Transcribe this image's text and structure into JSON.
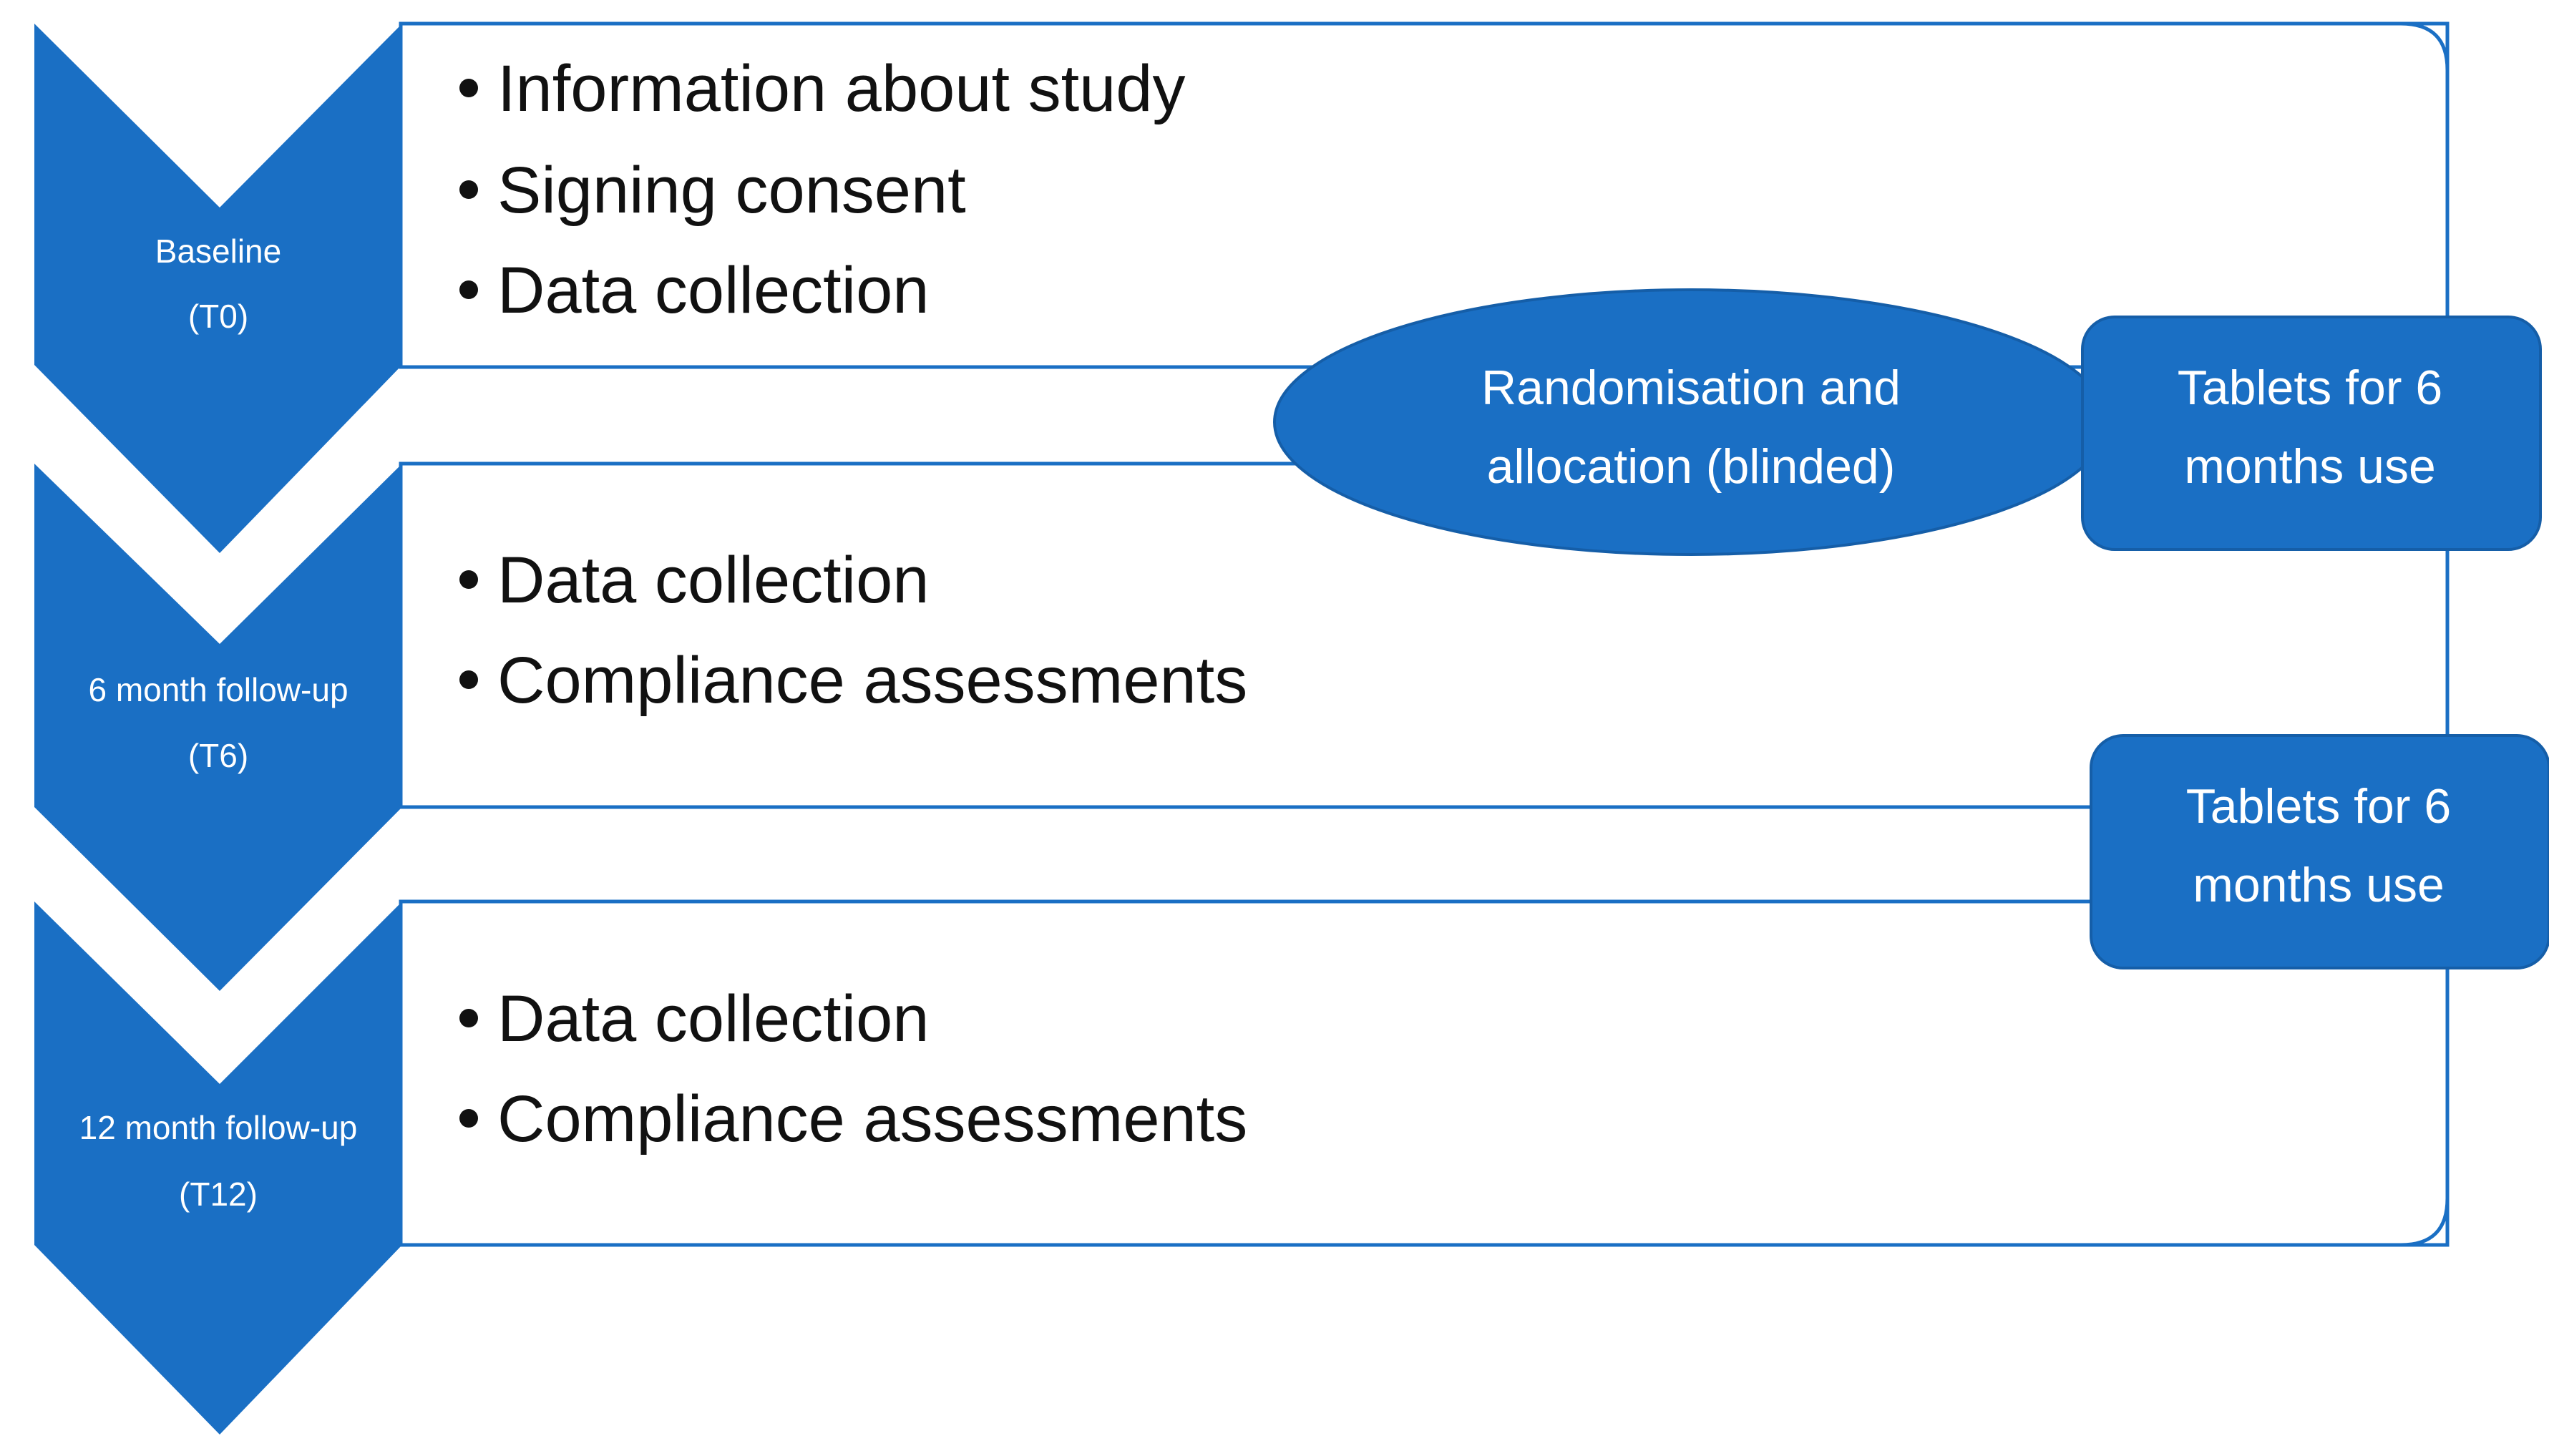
{
  "colors": {
    "primary": "#1a6fc4",
    "outline": "#1a6fc4",
    "text_dark": "#111111",
    "text_light": "#ffffff"
  },
  "stages": [
    {
      "title": "Baseline",
      "code": "(T0)",
      "items": [
        "Information about study",
        "Signing consent",
        "Data collection"
      ]
    },
    {
      "title": "6 month follow-up",
      "code": "(T6)",
      "items": [
        "Data collection",
        "Compliance assessments"
      ]
    },
    {
      "title": "12 month follow-up",
      "code": "(T12)",
      "items": [
        "Data collection",
        "Compliance assessments"
      ]
    }
  ],
  "randomisation": {
    "line1": "Randomisation and",
    "line2": "allocation (blinded)"
  },
  "tablets": [
    {
      "line1": "Tablets for 6",
      "line2": "months use"
    },
    {
      "line1": "Tablets for 6",
      "line2": "months use"
    }
  ]
}
